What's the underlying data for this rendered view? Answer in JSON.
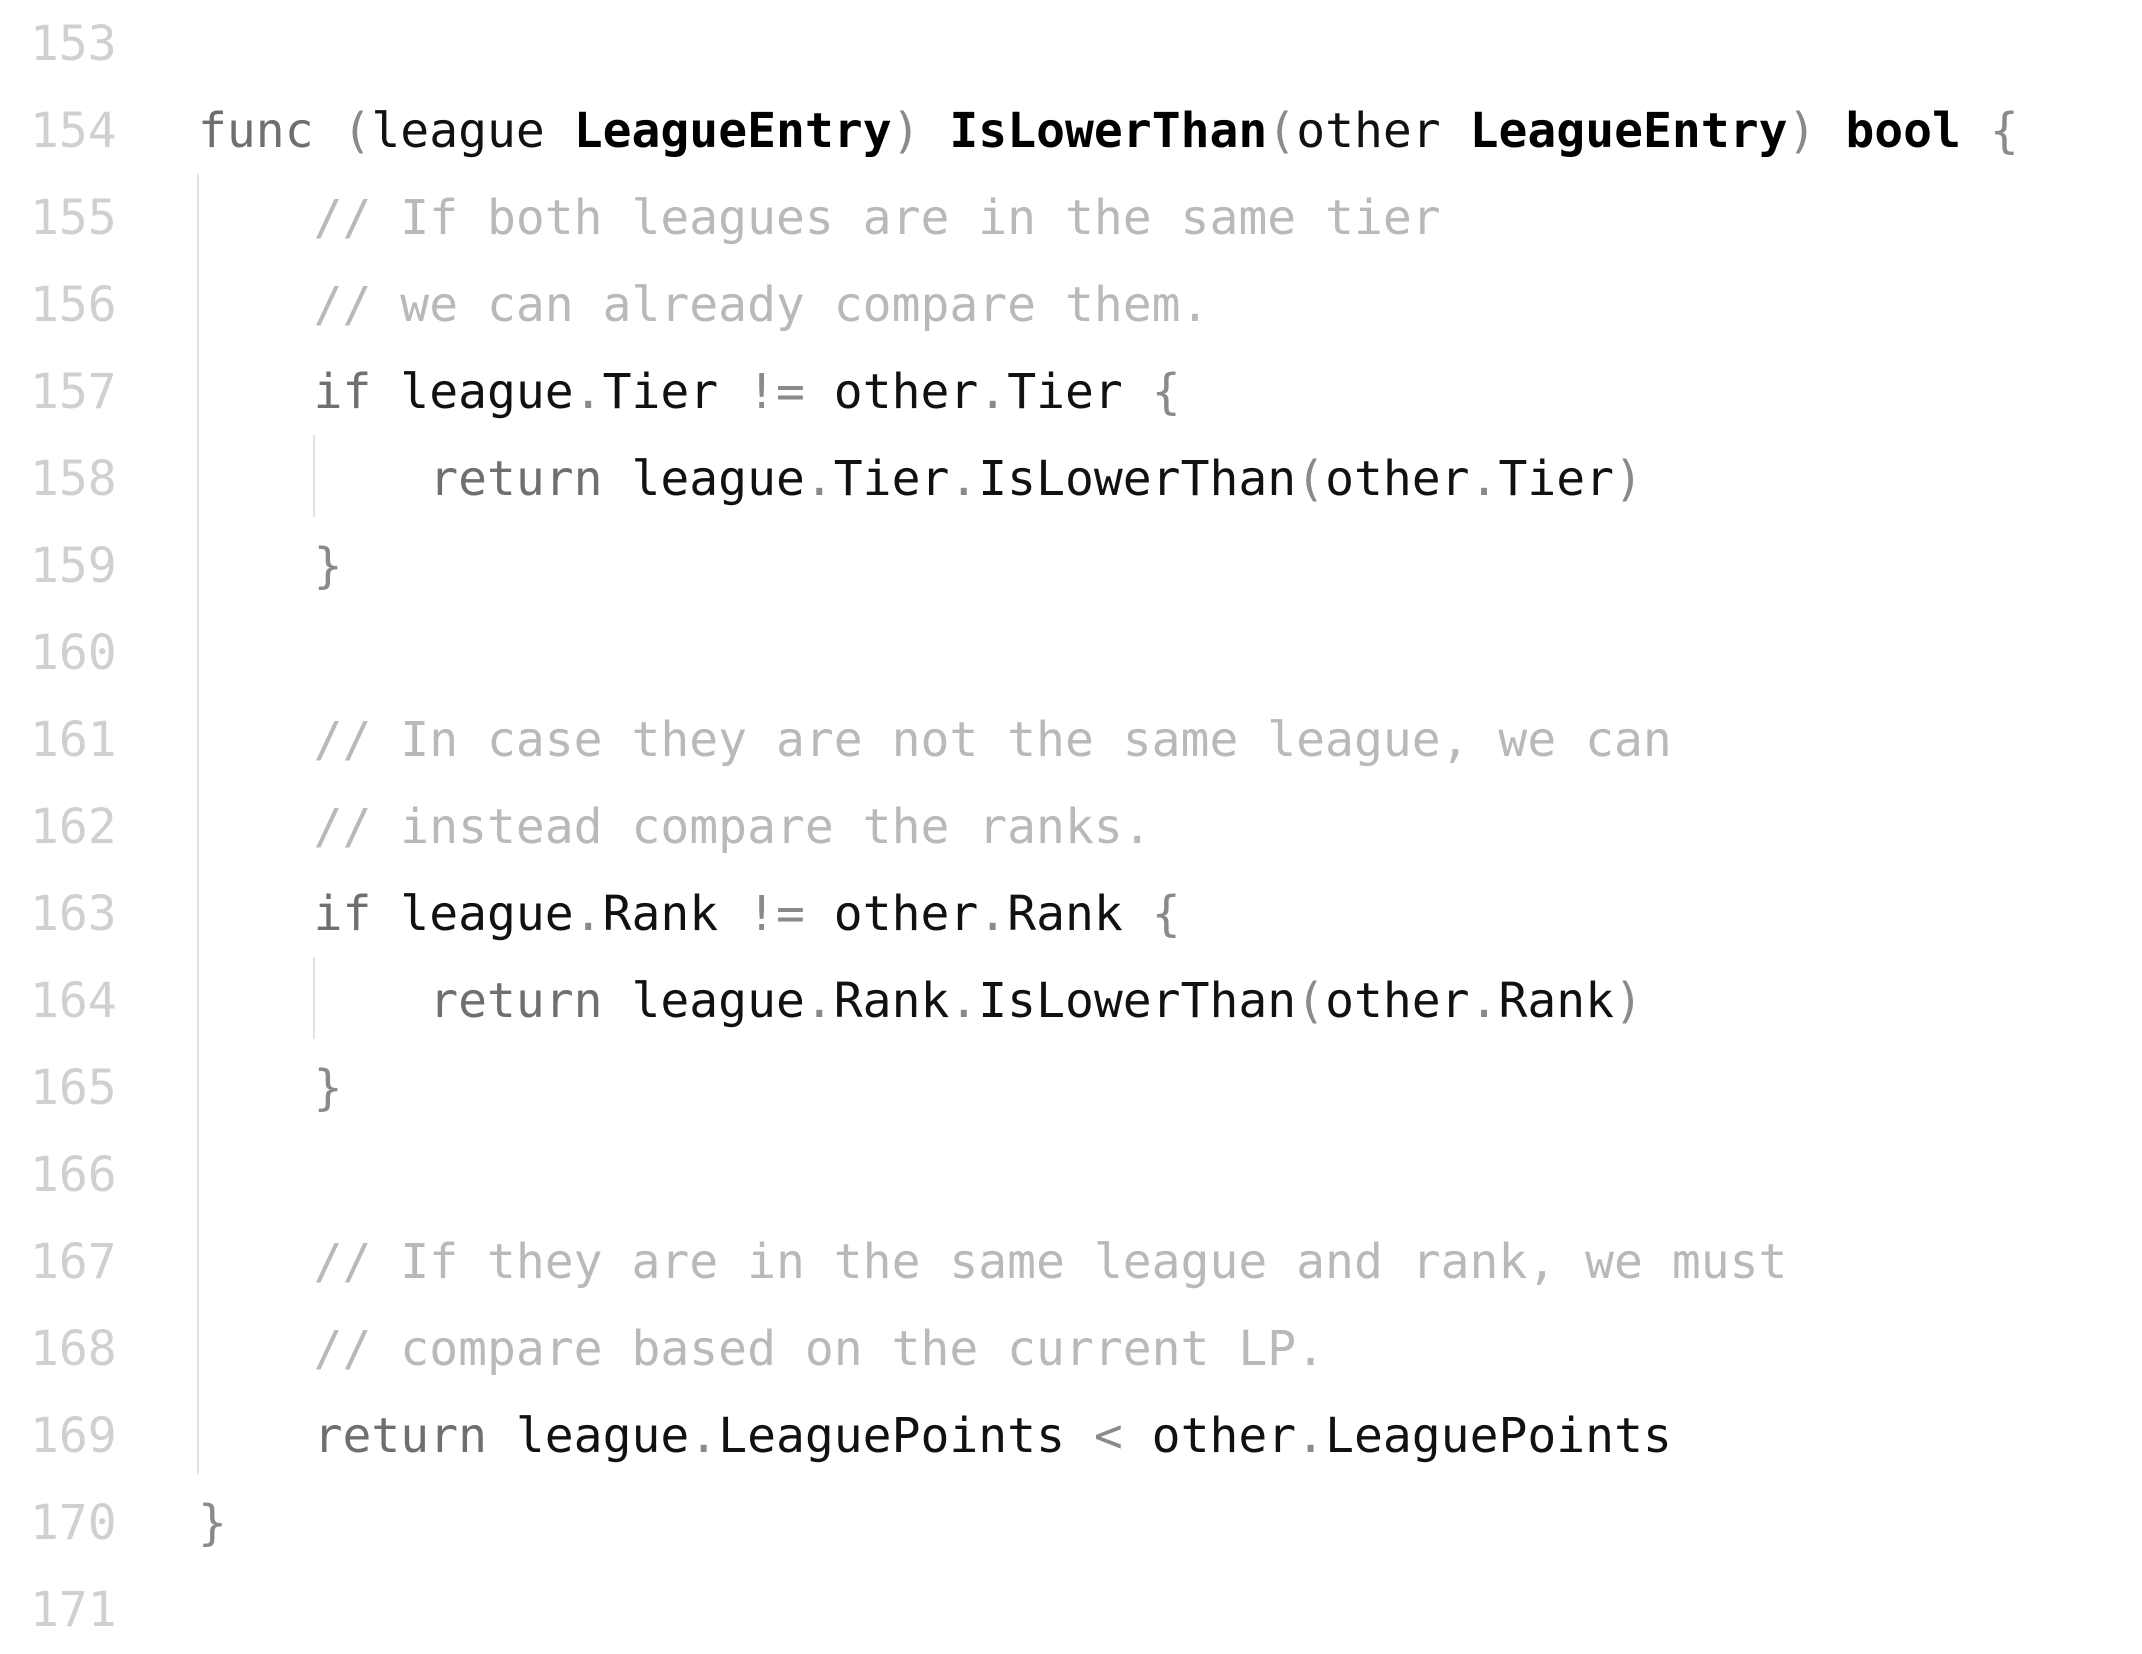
{
  "editor": {
    "lines": [
      {
        "n": "153",
        "indent": "",
        "tokens": []
      },
      {
        "n": "154",
        "indent": "",
        "tokens": [
          {
            "t": "func",
            "c": "kw"
          },
          {
            "t": " ",
            "c": "id"
          },
          {
            "t": "(",
            "c": "pu"
          },
          {
            "t": "league",
            "c": "id"
          },
          {
            "t": " ",
            "c": "id"
          },
          {
            "t": "LeagueEntry",
            "c": "tp"
          },
          {
            "t": ")",
            "c": "pu"
          },
          {
            "t": " ",
            "c": "id"
          },
          {
            "t": "IsLowerThan",
            "c": "fn"
          },
          {
            "t": "(",
            "c": "pu"
          },
          {
            "t": "other",
            "c": "id"
          },
          {
            "t": " ",
            "c": "id"
          },
          {
            "t": "LeagueEntry",
            "c": "tp"
          },
          {
            "t": ")",
            "c": "pu"
          },
          {
            "t": " ",
            "c": "id"
          },
          {
            "t": "bool",
            "c": "tp"
          },
          {
            "t": " ",
            "c": "id"
          },
          {
            "t": "{",
            "c": "pu"
          }
        ]
      },
      {
        "n": "155",
        "indent": "    ",
        "tokens": [
          {
            "t": "// If both leagues are in the same tier",
            "c": "cm"
          }
        ]
      },
      {
        "n": "156",
        "indent": "    ",
        "tokens": [
          {
            "t": "// we can already compare them.",
            "c": "cm"
          }
        ]
      },
      {
        "n": "157",
        "indent": "    ",
        "tokens": [
          {
            "t": "if",
            "c": "kw"
          },
          {
            "t": " league",
            "c": "id"
          },
          {
            "t": ".",
            "c": "pu"
          },
          {
            "t": "Tier ",
            "c": "id"
          },
          {
            "t": "!=",
            "c": "pu"
          },
          {
            "t": " other",
            "c": "id"
          },
          {
            "t": ".",
            "c": "pu"
          },
          {
            "t": "Tier ",
            "c": "id"
          },
          {
            "t": "{",
            "c": "pu"
          }
        ]
      },
      {
        "n": "158",
        "indent": "        ",
        "tokens": [
          {
            "t": "return",
            "c": "kw"
          },
          {
            "t": " league",
            "c": "id"
          },
          {
            "t": ".",
            "c": "pu"
          },
          {
            "t": "Tier",
            "c": "id"
          },
          {
            "t": ".",
            "c": "pu"
          },
          {
            "t": "IsLowerThan",
            "c": "id"
          },
          {
            "t": "(",
            "c": "pu"
          },
          {
            "t": "other",
            "c": "id"
          },
          {
            "t": ".",
            "c": "pu"
          },
          {
            "t": "Tier",
            "c": "id"
          },
          {
            "t": ")",
            "c": "pu"
          }
        ]
      },
      {
        "n": "159",
        "indent": "    ",
        "tokens": [
          {
            "t": "}",
            "c": "pu"
          }
        ]
      },
      {
        "n": "160",
        "indent": "",
        "tokens": []
      },
      {
        "n": "161",
        "indent": "    ",
        "tokens": [
          {
            "t": "// In case they are not the same league, we can",
            "c": "cm"
          }
        ]
      },
      {
        "n": "162",
        "indent": "    ",
        "tokens": [
          {
            "t": "// instead compare the ranks.",
            "c": "cm"
          }
        ]
      },
      {
        "n": "163",
        "indent": "    ",
        "tokens": [
          {
            "t": "if",
            "c": "kw"
          },
          {
            "t": " league",
            "c": "id"
          },
          {
            "t": ".",
            "c": "pu"
          },
          {
            "t": "Rank ",
            "c": "id"
          },
          {
            "t": "!=",
            "c": "pu"
          },
          {
            "t": " other",
            "c": "id"
          },
          {
            "t": ".",
            "c": "pu"
          },
          {
            "t": "Rank ",
            "c": "id"
          },
          {
            "t": "{",
            "c": "pu"
          }
        ]
      },
      {
        "n": "164",
        "indent": "        ",
        "tokens": [
          {
            "t": "return",
            "c": "kw"
          },
          {
            "t": " league",
            "c": "id"
          },
          {
            "t": ".",
            "c": "pu"
          },
          {
            "t": "Rank",
            "c": "id"
          },
          {
            "t": ".",
            "c": "pu"
          },
          {
            "t": "IsLowerThan",
            "c": "id"
          },
          {
            "t": "(",
            "c": "pu"
          },
          {
            "t": "other",
            "c": "id"
          },
          {
            "t": ".",
            "c": "pu"
          },
          {
            "t": "Rank",
            "c": "id"
          },
          {
            "t": ")",
            "c": "pu"
          }
        ]
      },
      {
        "n": "165",
        "indent": "    ",
        "tokens": [
          {
            "t": "}",
            "c": "pu"
          }
        ]
      },
      {
        "n": "166",
        "indent": "",
        "tokens": []
      },
      {
        "n": "167",
        "indent": "    ",
        "tokens": [
          {
            "t": "// If they are in the same league and rank, we must",
            "c": "cm"
          }
        ]
      },
      {
        "n": "168",
        "indent": "    ",
        "tokens": [
          {
            "t": "// compare based on the current LP.",
            "c": "cm"
          }
        ]
      },
      {
        "n": "169",
        "indent": "    ",
        "tokens": [
          {
            "t": "return",
            "c": "kw"
          },
          {
            "t": " league",
            "c": "id"
          },
          {
            "t": ".",
            "c": "pu"
          },
          {
            "t": "LeaguePoints ",
            "c": "id"
          },
          {
            "t": "<",
            "c": "pu"
          },
          {
            "t": " other",
            "c": "id"
          },
          {
            "t": ".",
            "c": "pu"
          },
          {
            "t": "LeaguePoints",
            "c": "id"
          }
        ]
      },
      {
        "n": "170",
        "indent": "",
        "tokens": [
          {
            "t": "}",
            "c": "pu"
          }
        ]
      },
      {
        "n": "171",
        "indent": "",
        "tokens": []
      }
    ]
  }
}
